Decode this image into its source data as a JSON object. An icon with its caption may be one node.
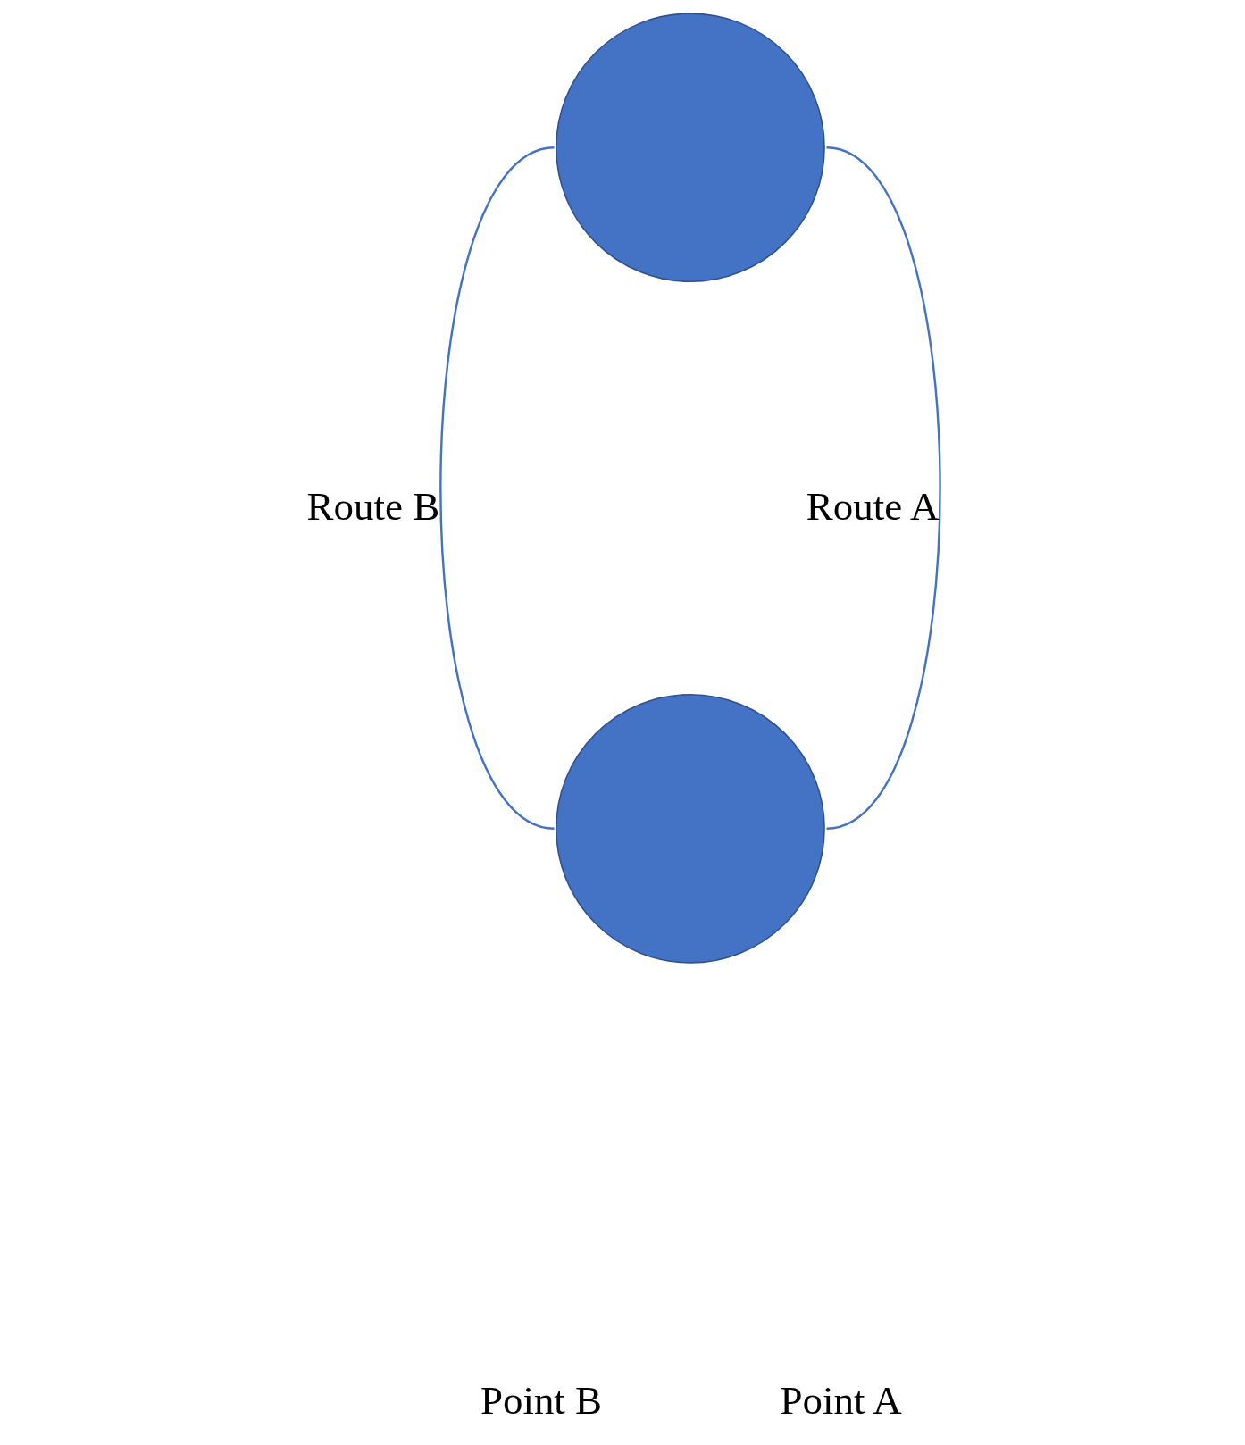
{
  "diagram": {
    "nodes": [
      {
        "text": [],
        "shape": "circle"
      },
      {
        "text": [],
        "shape": "circle"
      }
    ],
    "edges": [
      {
        "from": 1,
        "to": 0,
        "arrow": "none",
        "label": "Route B"
      },
      {
        "from": 1,
        "to": 0,
        "arrow": "none",
        "label": "Route A"
      }
    ],
    "labels": [
      "Point B",
      "Point A"
    ]
  }
}
